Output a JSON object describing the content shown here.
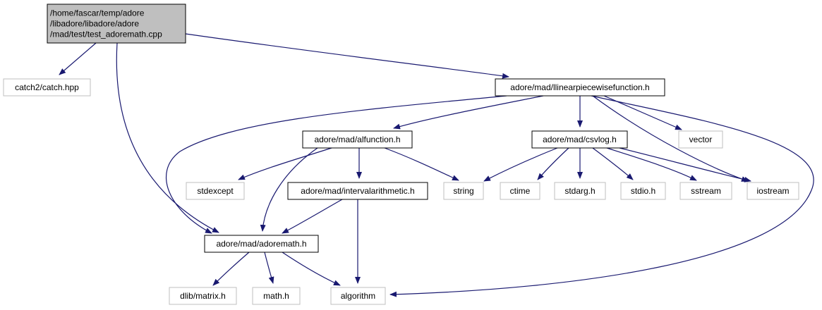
{
  "graph": {
    "colors": {
      "edge": "#191970",
      "root_fill": "#bfbfbf",
      "node_border": "#000000",
      "external_border": "#bfbfbf",
      "text": "#000000",
      "external_text": "#000000"
    },
    "nodes": [
      {
        "id": "root",
        "kind": "root",
        "lines": [
          "/home/fascar/temp/adore",
          "/libadore/libadore/adore",
          "/mad/test/test_adoremath.cpp"
        ]
      },
      {
        "id": "catch",
        "kind": "external",
        "lines": [
          "catch2/catch.hpp"
        ]
      },
      {
        "id": "llpf",
        "kind": "local",
        "lines": [
          "adore/mad/llinearpiecewisefunction.h"
        ]
      },
      {
        "id": "alfunction",
        "kind": "local",
        "lines": [
          "adore/mad/alfunction.h"
        ]
      },
      {
        "id": "csvlog",
        "kind": "local",
        "lines": [
          "adore/mad/csvlog.h"
        ]
      },
      {
        "id": "vector",
        "kind": "external",
        "lines": [
          "vector"
        ]
      },
      {
        "id": "stdexcept",
        "kind": "external",
        "lines": [
          "stdexcept"
        ]
      },
      {
        "id": "interval",
        "kind": "local",
        "lines": [
          "adore/mad/intervalarithmetic.h"
        ]
      },
      {
        "id": "string",
        "kind": "external",
        "lines": [
          "string"
        ]
      },
      {
        "id": "ctime",
        "kind": "external",
        "lines": [
          "ctime"
        ]
      },
      {
        "id": "stdarg",
        "kind": "external",
        "lines": [
          "stdarg.h"
        ]
      },
      {
        "id": "stdio",
        "kind": "external",
        "lines": [
          "stdio.h"
        ]
      },
      {
        "id": "sstream",
        "kind": "external",
        "lines": [
          "sstream"
        ]
      },
      {
        "id": "iostream",
        "kind": "external",
        "lines": [
          "iostream"
        ]
      },
      {
        "id": "adoremath",
        "kind": "local",
        "lines": [
          "adore/mad/adoremath.h"
        ]
      },
      {
        "id": "dlib",
        "kind": "external",
        "lines": [
          "dlib/matrix.h"
        ]
      },
      {
        "id": "math",
        "kind": "external",
        "lines": [
          "math.h"
        ]
      },
      {
        "id": "algorithm",
        "kind": "external",
        "lines": [
          "algorithm"
        ]
      }
    ],
    "edges": [
      {
        "from": "root",
        "to": "catch"
      },
      {
        "from": "root",
        "to": "llpf"
      },
      {
        "from": "root",
        "to": "adoremath"
      },
      {
        "from": "llpf",
        "to": "alfunction"
      },
      {
        "from": "llpf",
        "to": "csvlog"
      },
      {
        "from": "llpf",
        "to": "vector"
      },
      {
        "from": "llpf",
        "to": "iostream"
      },
      {
        "from": "llpf",
        "to": "adoremath"
      },
      {
        "from": "llpf",
        "to": "algorithm"
      },
      {
        "from": "alfunction",
        "to": "stdexcept"
      },
      {
        "from": "alfunction",
        "to": "interval"
      },
      {
        "from": "alfunction",
        "to": "string"
      },
      {
        "from": "alfunction",
        "to": "adoremath"
      },
      {
        "from": "csvlog",
        "to": "string"
      },
      {
        "from": "csvlog",
        "to": "ctime"
      },
      {
        "from": "csvlog",
        "to": "stdarg"
      },
      {
        "from": "csvlog",
        "to": "stdio"
      },
      {
        "from": "csvlog",
        "to": "sstream"
      },
      {
        "from": "csvlog",
        "to": "iostream"
      },
      {
        "from": "interval",
        "to": "adoremath"
      },
      {
        "from": "interval",
        "to": "algorithm"
      },
      {
        "from": "adoremath",
        "to": "dlib"
      },
      {
        "from": "adoremath",
        "to": "math"
      },
      {
        "from": "adoremath",
        "to": "algorithm"
      }
    ]
  }
}
